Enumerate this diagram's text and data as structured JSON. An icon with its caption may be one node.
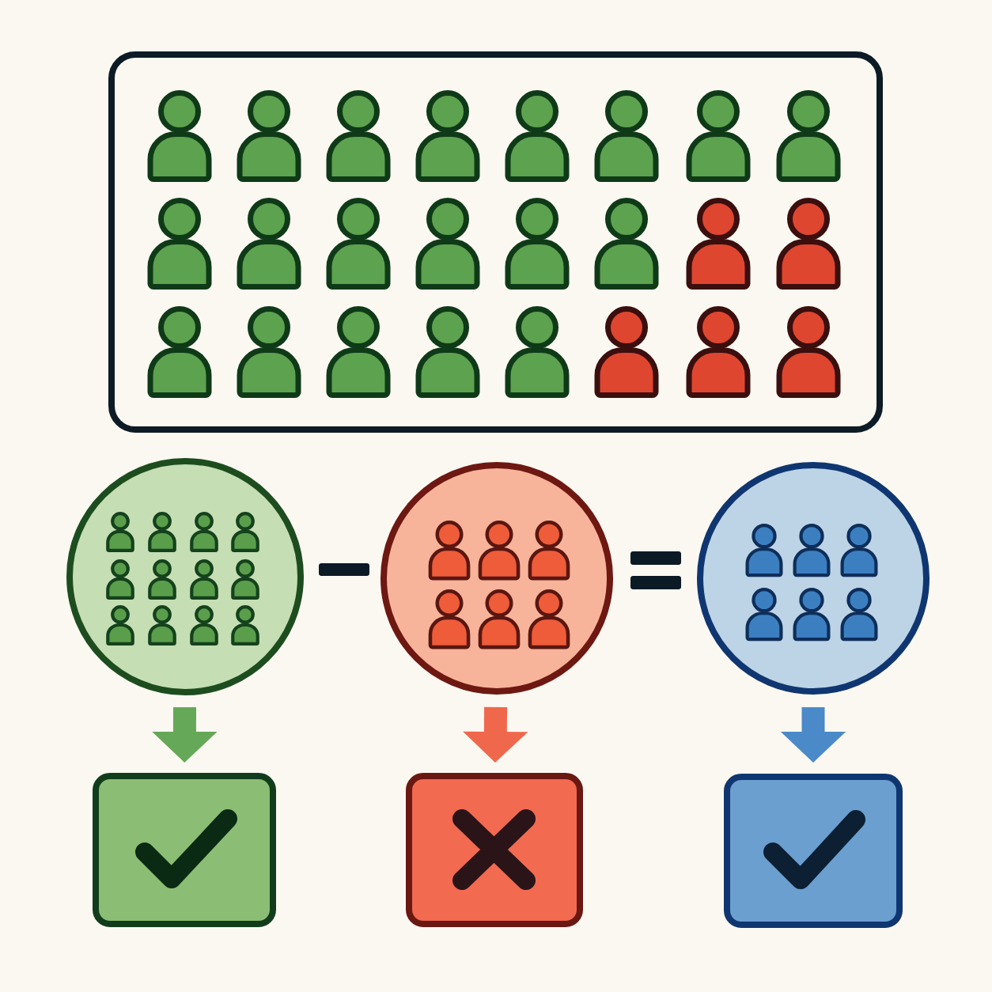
{
  "diagram": {
    "nodes": [
      {
        "text": [],
        "shape": "box"
      },
      {
        "text": [],
        "shape": "circle"
      },
      {
        "text": [],
        "shape": "circle"
      },
      {
        "text": [],
        "shape": "circle"
      },
      {
        "text": [],
        "shape": "box"
      },
      {
        "text": [],
        "shape": "box"
      },
      {
        "text": [],
        "shape": "box"
      }
    ],
    "edges": [
      {
        "from": 1,
        "to": 4,
        "arrow": "to",
        "color": "#65a857"
      },
      {
        "from": 2,
        "to": 5,
        "arrow": "to",
        "color": "#f0684c"
      },
      {
        "from": 3,
        "to": 6,
        "arrow": "to",
        "color": "#4a8ac8"
      }
    ]
  }
}
